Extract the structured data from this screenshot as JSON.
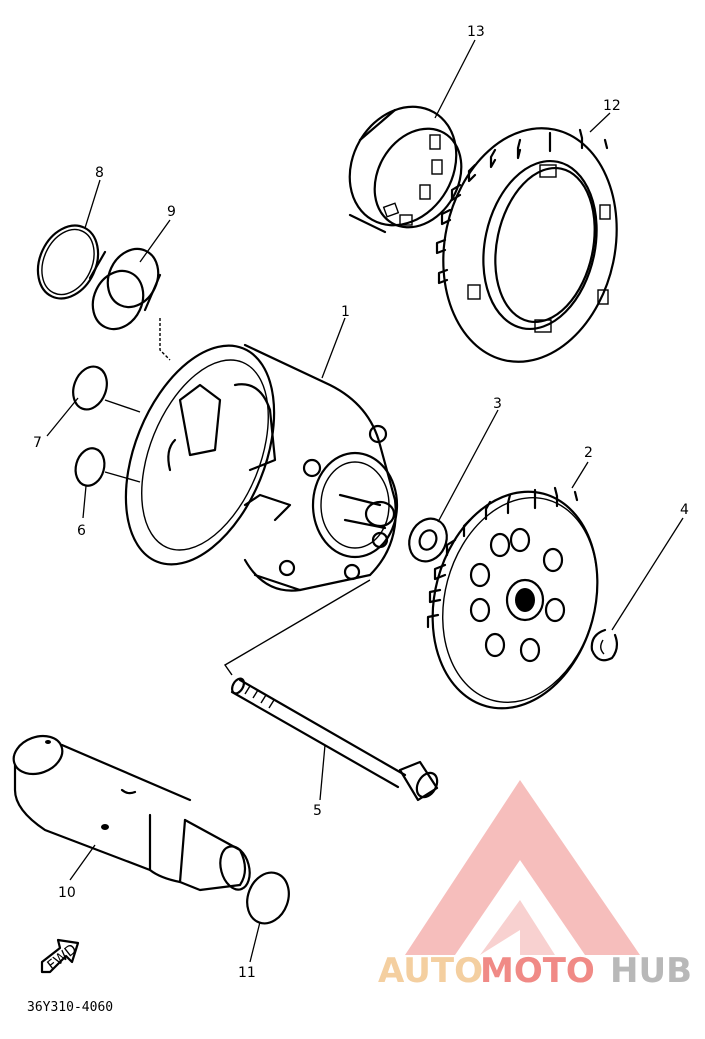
{
  "diagram": {
    "callouts": [
      "1",
      "2",
      "3",
      "4",
      "5",
      "6",
      "7",
      "8",
      "9",
      "10",
      "11",
      "12",
      "13"
    ],
    "fwd_label": "FWD",
    "catalog_code": "36Y310-4060"
  },
  "watermark": {
    "part1": "AUTO",
    "part2": "MOTO",
    "part3": "HUB",
    "colors": {
      "auto": "#f4cfa0",
      "moto": "#f08a86",
      "hub": "#b8b8b8"
    }
  }
}
